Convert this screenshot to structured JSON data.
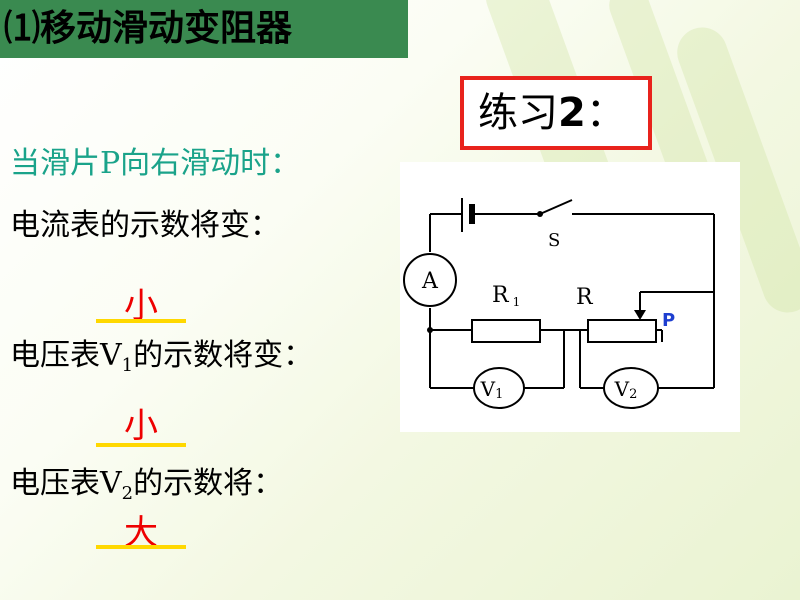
{
  "slide": {
    "title": "⑴移动滑动变阻器",
    "practice_label": "练习",
    "practice_num": "2",
    "practice_colon": "：",
    "condition": "当滑片P向右滑动时：",
    "q1": "电流表的示数将变：",
    "a1": "小",
    "q2_pre": "电压表V",
    "q2_sub": "1",
    "q2_post": "的示数将变：",
    "a2": "小",
    "q3_pre": "电压表V",
    "q3_sub": "2",
    "q3_post": "的示数将：",
    "a3": "大"
  },
  "circuit": {
    "switch_label": "S",
    "ammeter_label": "A",
    "r1_label": "R",
    "r1_sub": "1",
    "r_label": "R",
    "slider_label": "P",
    "v1_label": "V",
    "v1_sub": "1",
    "v2_label": "V",
    "v2_sub": "2",
    "slider_color": "#1e3fd0"
  }
}
